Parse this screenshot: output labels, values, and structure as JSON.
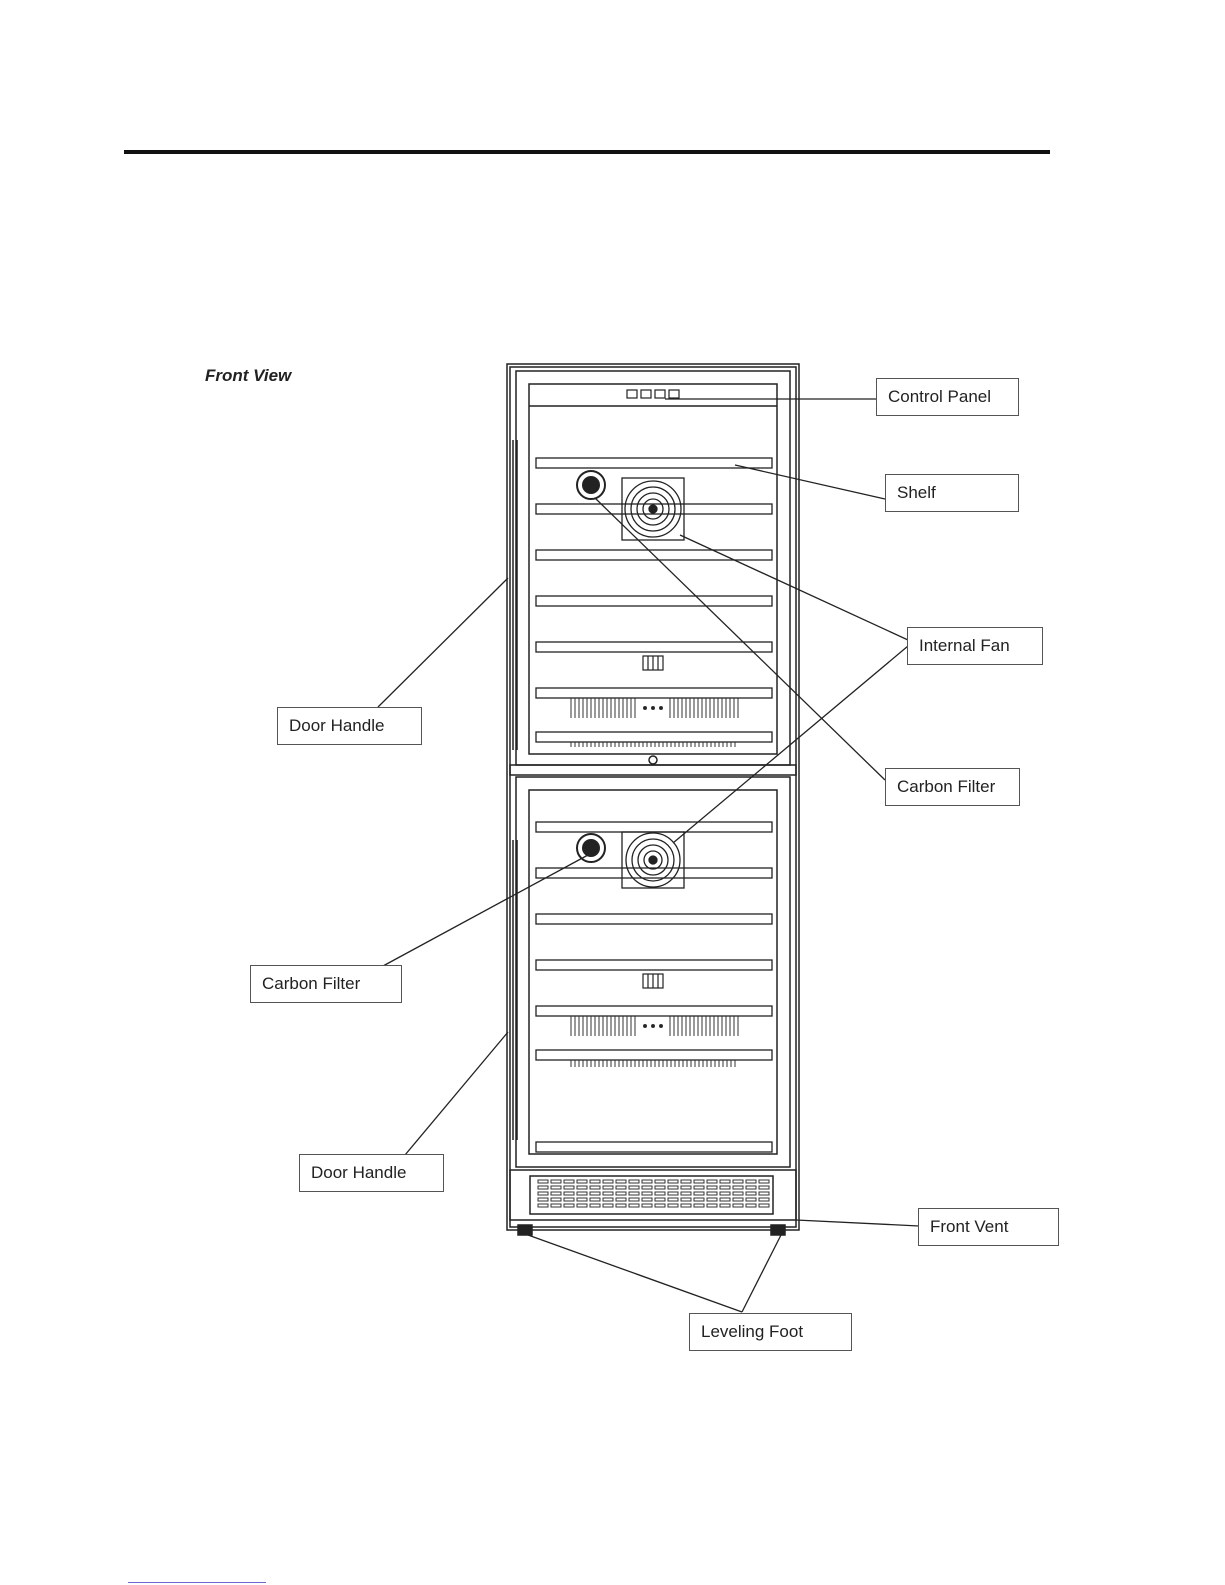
{
  "figure": {
    "view_title": "Front View"
  },
  "labels": {
    "control_panel": "Control Panel",
    "shelf": "Shelf",
    "internal_fan": "Internal Fan",
    "carbon_filter_upper": "Carbon Filter",
    "carbon_filter_lower": "Carbon Filter",
    "door_handle_upper": "Door Handle",
    "door_handle_lower": "Door Handle",
    "front_vent": "Front Vent",
    "leveling_foot": "Leveling Foot"
  },
  "colors": {
    "line": "#222222",
    "callout_border": "#555555"
  }
}
